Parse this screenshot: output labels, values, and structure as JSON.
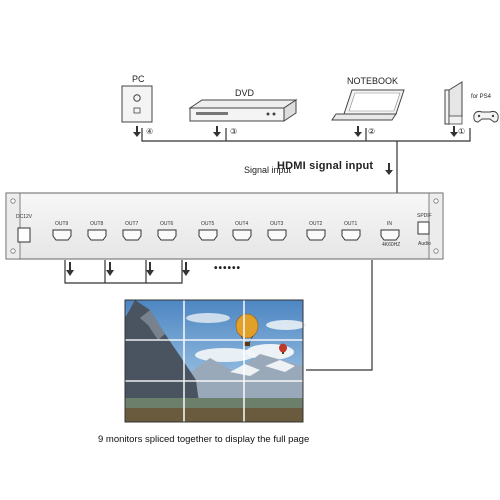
{
  "sources": {
    "pc": "PC",
    "dvd": "DVD",
    "notebook": "NOTEBOOK",
    "ps4": "for PS4",
    "n4": "④",
    "n3": "③",
    "n2": "②",
    "n1": "①"
  },
  "signal_label": "Signal input",
  "hdmi_label": "HDMI signal input",
  "device": {
    "dc_label": "DC12V",
    "outputs": [
      "OUT9",
      "OUT8",
      "OUT7",
      "OUT6",
      "OUT5",
      "OUT4",
      "OUT3",
      "OUT2",
      "OUT1"
    ],
    "in_label": "IN",
    "in_sub": "4K60HZ",
    "spdif_label": "SPDIF",
    "audio_label": "Audio"
  },
  "dots": "••••••",
  "caption": "9 monitors spliced together to display the full page",
  "colors": {
    "line": "#333333",
    "panel": "#f4f4f4",
    "sky": "#5f93c8",
    "balloon": "#e0a02a"
  }
}
